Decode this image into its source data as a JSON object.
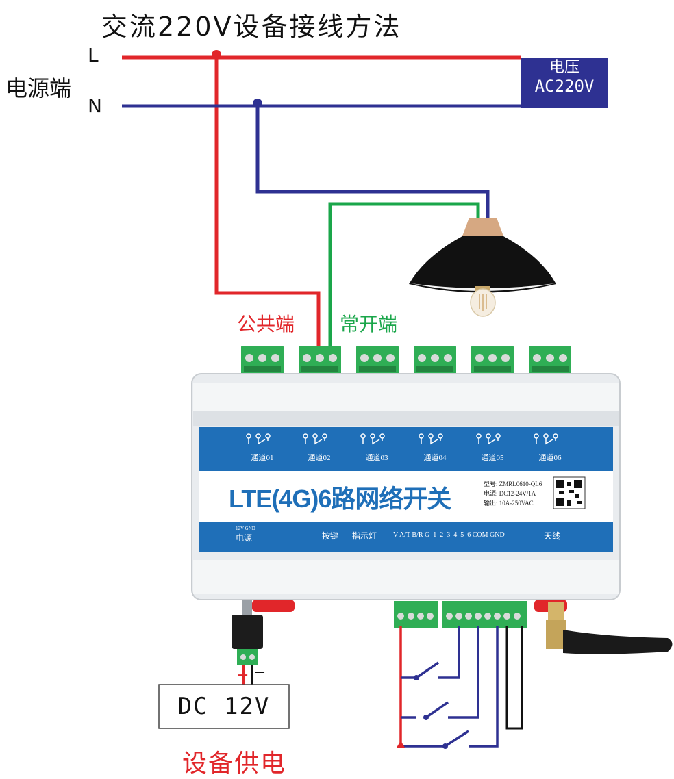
{
  "title": "交流220V设备接线方法",
  "power_side": {
    "label": "电源端",
    "live": "L",
    "neutral": "N"
  },
  "load_box": {
    "line1": "电压",
    "line2": "AC220V"
  },
  "terminal_labels": {
    "common": "公共端",
    "normally_open": "常开端"
  },
  "device": {
    "name": "LTE(4G)6路网络开关",
    "channels": [
      "通道01",
      "通道02",
      "通道03",
      "通道04",
      "通道05",
      "通道06"
    ],
    "specs": [
      "型号: ZMRL0610-QL6",
      "电源: DC12-24V/1A",
      "输出: 10A-250VAC"
    ],
    "bottom_labels": {
      "power_small": "12V GND",
      "power": "电源",
      "button": "按键",
      "indicator": "指示灯",
      "io": "V A/T B/R G  1  2  3  4  5  6 COM GND",
      "antenna": "天线"
    }
  },
  "power_supply": {
    "plus": "+",
    "minus": "−",
    "label": "DC 12V",
    "caption": "设备供电"
  },
  "colors": {
    "live": "#e1262a",
    "neutral": "#2e3192",
    "switched": "#1aa64a",
    "device_band": "#1f6fb8",
    "terminal": "#2fae55"
  }
}
